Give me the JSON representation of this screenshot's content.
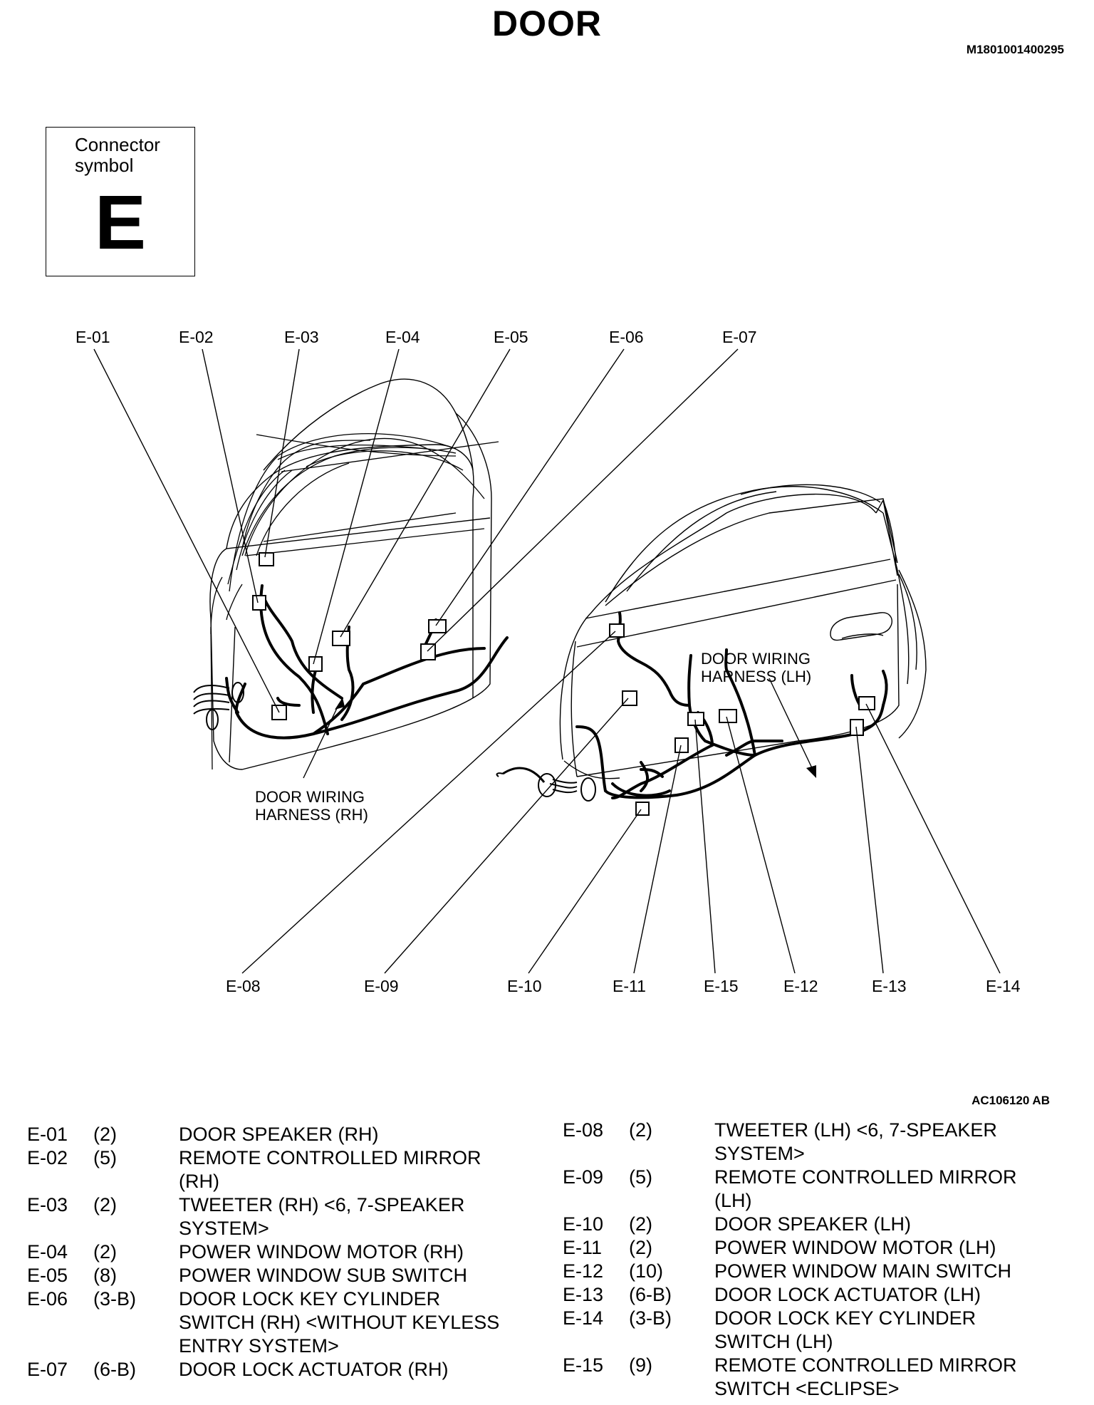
{
  "title": "DOOR",
  "doc_id": "M1801001400295",
  "figure_id": "AC106120 AB",
  "connector_symbol": {
    "label_line1": "Connector",
    "label_line2": "symbol",
    "symbol": "E"
  },
  "diagram_labels": {
    "top": [
      "E-01",
      "E-02",
      "E-03",
      "E-04",
      "E-05",
      "E-06",
      "E-07"
    ],
    "bottom": [
      "E-08",
      "E-09",
      "E-10",
      "E-11",
      "E-15",
      "E-12",
      "E-13",
      "E-14"
    ],
    "harness_rh": [
      "DOOR WIRING",
      "HARNESS (RH)"
    ],
    "harness_lh": [
      "DOOR WIRING",
      "HARNESS (LH)"
    ]
  },
  "legend_left": [
    {
      "code": "E-01",
      "pins": "(2)",
      "name_lines": [
        "DOOR SPEAKER (RH)"
      ]
    },
    {
      "code": "E-02",
      "pins": "(5)",
      "name_lines": [
        "REMOTE CONTROLLED MIRROR",
        "(RH)"
      ]
    },
    {
      "code": "E-03",
      "pins": "(2)",
      "name_lines": [
        "TWEETER (RH) <6, 7-SPEAKER",
        "SYSTEM>"
      ]
    },
    {
      "code": "E-04",
      "pins": "(2)",
      "name_lines": [
        "POWER WINDOW MOTOR (RH)"
      ]
    },
    {
      "code": "E-05",
      "pins": "(8)",
      "name_lines": [
        "POWER WINDOW SUB SWITCH"
      ]
    },
    {
      "code": "E-06",
      "pins": "(3-B)",
      "name_lines": [
        "DOOR LOCK KEY CYLINDER",
        "SWITCH (RH) <WITHOUT KEYLESS",
        "ENTRY SYSTEM>"
      ]
    },
    {
      "code": "E-07",
      "pins": "(6-B)",
      "name_lines": [
        "DOOR LOCK ACTUATOR (RH)"
      ]
    }
  ],
  "legend_right": [
    {
      "code": "E-08",
      "pins": "(2)",
      "name_lines": [
        "TWEETER (LH) <6, 7-SPEAKER",
        "SYSTEM>"
      ]
    },
    {
      "code": "E-09",
      "pins": "(5)",
      "name_lines": [
        "REMOTE CONTROLLED MIRROR",
        "(LH)"
      ]
    },
    {
      "code": "E-10",
      "pins": "(2)",
      "name_lines": [
        "DOOR SPEAKER (LH)"
      ]
    },
    {
      "code": "E-11",
      "pins": "(2)",
      "name_lines": [
        "POWER WINDOW MOTOR (LH)"
      ]
    },
    {
      "code": "E-12",
      "pins": "(10)",
      "name_lines": [
        "POWER WINDOW MAIN SWITCH"
      ]
    },
    {
      "code": "E-13",
      "pins": "(6-B)",
      "name_lines": [
        "DOOR LOCK ACTUATOR (LH)"
      ]
    },
    {
      "code": "E-14",
      "pins": "(3-B)",
      "name_lines": [
        "DOOR LOCK KEY CYLINDER",
        "SWITCH (LH)"
      ]
    },
    {
      "code": "E-15",
      "pins": "(9)",
      "name_lines": [
        "REMOTE CONTROLLED MIRROR",
        "SWITCH <ECLIPSE>"
      ]
    }
  ]
}
